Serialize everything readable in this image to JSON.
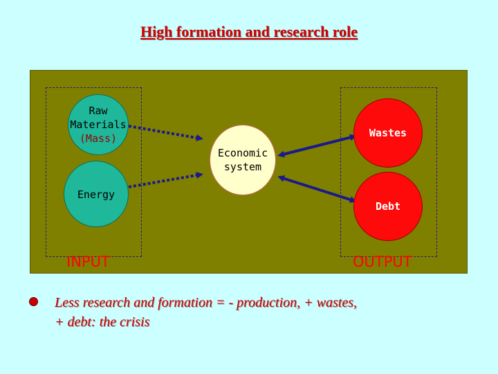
{
  "title": "High formation and research role",
  "input": {
    "raw_materials": {
      "line1": "Raw",
      "line2": "Materials",
      "line3": "(Mass)"
    },
    "energy": "Energy",
    "label": "INPUT"
  },
  "center": {
    "line1": "Economic",
    "line2": "system"
  },
  "output": {
    "wastes": "Wastes",
    "debt": "Debt",
    "label": "OUTPUT"
  },
  "bullet": {
    "line1": "Less research and formation = - production, + wastes,",
    "line2": "+ debt: the crisis"
  },
  "colors": {
    "background": "#ccffff",
    "panel": "#808000",
    "input_circle": "#1fb89a",
    "output_circle": "#ff0a0a",
    "center_circle": "#ffffcc",
    "text_red": "#cc0000",
    "arrow": "#1a1a8a"
  }
}
